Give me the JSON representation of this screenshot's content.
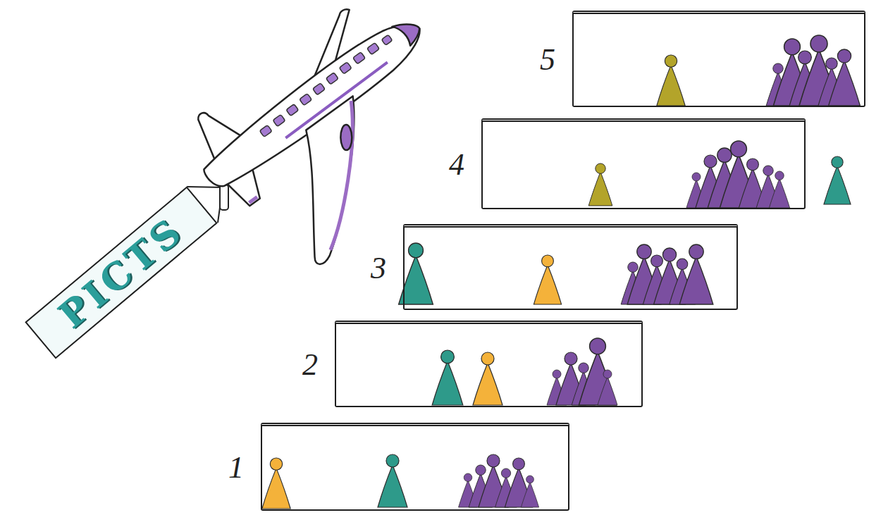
{
  "diagram": {
    "nodes": [
      {
        "text": [
          "PICTS"
        ]
      },
      {
        "text": [
          "5"
        ]
      },
      {
        "text": [
          "4"
        ]
      },
      {
        "text": [
          "3"
        ]
      },
      {
        "text": [
          "2"
        ]
      },
      {
        "text": [
          "1"
        ]
      }
    ]
  }
}
